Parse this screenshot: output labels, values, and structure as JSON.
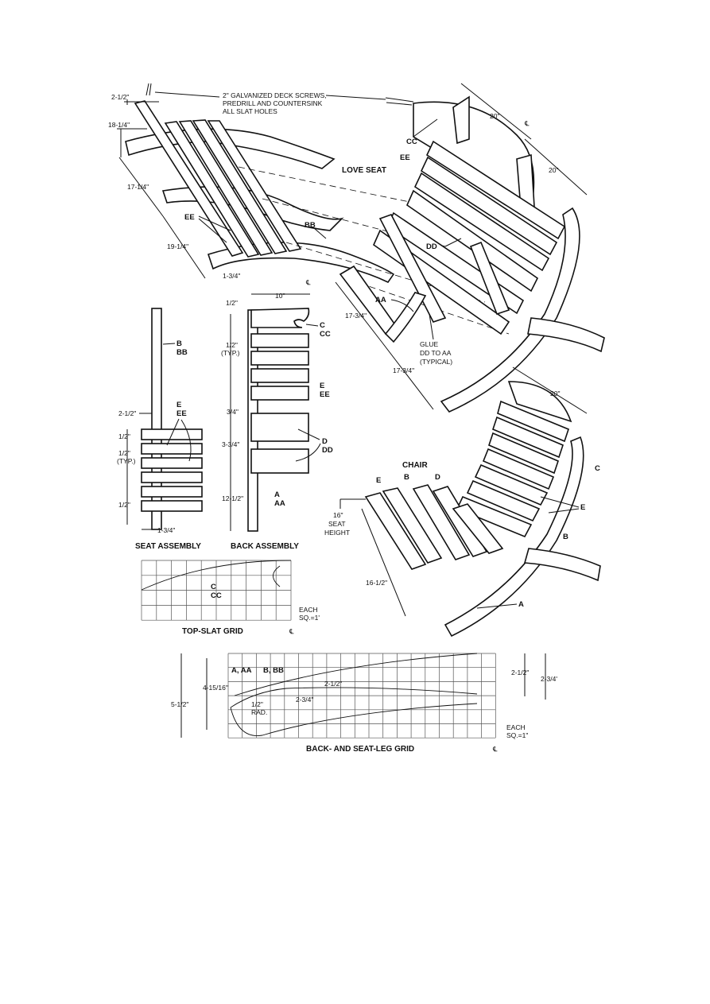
{
  "screws_note": [
    "2\" GALVANIZED DECK SCREWS,",
    "PREDRILL AND COUNTERSINK",
    "ALL SLAT HOLES"
  ],
  "titles": {
    "love_seat": "LOVE SEAT",
    "chair": "CHAIR",
    "seat_assembly": "SEAT ASSEMBLY",
    "back_assembly": "BACK ASSEMBLY",
    "top_slat_grid": "TOP-SLAT GRID",
    "leg_grid": "BACK- AND SEAT-LEG GRID"
  },
  "parts": {
    "b_bb": [
      "B",
      "BB"
    ],
    "e_ee": [
      "E",
      "EE"
    ],
    "c_cc": [
      "C",
      "CC"
    ],
    "d_dd": [
      "D",
      "DD"
    ],
    "a_aa": [
      "A",
      "AA"
    ],
    "ee": "EE",
    "bb": "BB",
    "cc": "CC",
    "dd": "DD",
    "aa": "AA",
    "a": "A",
    "b": "B",
    "c": "C",
    "d": "D",
    "e": "E",
    "leg_a": "A, AA",
    "leg_b": "B, BB"
  },
  "dims": {
    "d_2_1_2": "2-1/2\"",
    "d_18_1_4": "18-1/4\"",
    "d_17_1_4": "17-1/4\"",
    "d_19_1_4": "19-1/4\"",
    "d_1_3_4": "1-3/4\"",
    "d_20": "20\"",
    "d_17_3_4": "17-3/4\"",
    "d_10": "10\"",
    "d_1_2": "1/2\"",
    "d_typ": "(TYP.)",
    "d_3_4": "3/4\"",
    "d_3_3_4": "3-3/4\"",
    "d_12_1_2": "12-1/2\"",
    "d_16": "16\"",
    "seat": "SEAT",
    "height": "HEIGHT",
    "d_16_1_2": "16-1/2\"",
    "d_4_15_16": "4-15/16\"",
    "d_5_1_2": "5-1/2\"",
    "d_2_3_4": "2-3/4\"",
    "d_2_3_4b": "2-3/4'",
    "rad": "RAD."
  },
  "glue_note": [
    "GLUE",
    "DD TO AA",
    "(TYPICAL)"
  ],
  "grid_note": [
    "EACH",
    "SQ.=1\""
  ],
  "grid_note_b": [
    "EACH",
    "SQ.=1'"
  ],
  "centerline": "℄"
}
